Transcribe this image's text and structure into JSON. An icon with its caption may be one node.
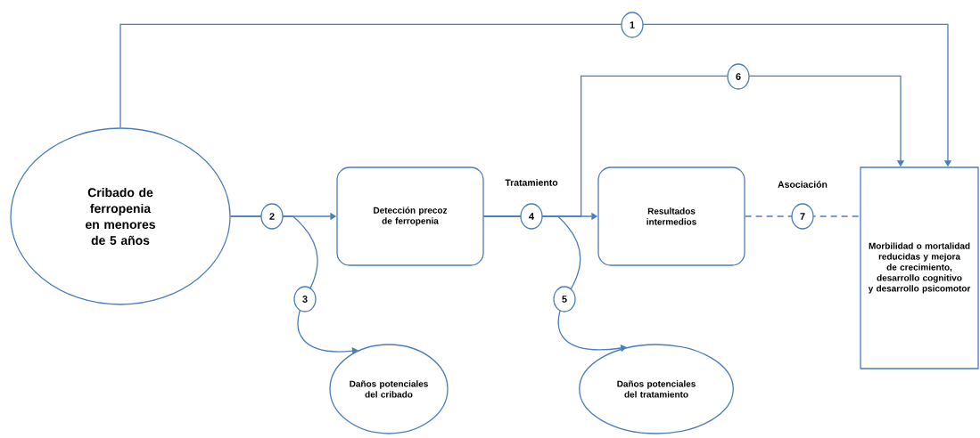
{
  "diagram": {
    "nodes": [
      {
        "text": [
          "Cribado de ferropenia en menores de 5 años"
        ]
      },
      {
        "text": [
          "Detección precoz de ferropenia"
        ]
      },
      {
        "text": [
          "Resultados intermedios"
        ]
      },
      {
        "text": [
          "Morbilidad o mortalidad reducidas y mejora de crecimiento, desarrollo cognitivo y desarrollo psicomotor"
        ]
      },
      {
        "text": [
          "Daños potenciales del cribado"
        ]
      },
      {
        "text": [
          "Daños potenciales del tratamiento"
        ]
      }
    ],
    "edges": [
      {
        "from": 0,
        "to": 3,
        "arrow": "to",
        "label": "1"
      },
      {
        "from": 0,
        "to": 1,
        "arrow": "to",
        "label": "2"
      },
      {
        "from": 0,
        "to": 4,
        "arrow": "to",
        "label": "3"
      },
      {
        "from": 1,
        "to": 2,
        "arrow": "to",
        "label": "4"
      },
      {
        "from": 1,
        "to": 5,
        "arrow": "to",
        "label": "5"
      },
      {
        "from": 1,
        "to": 3,
        "arrow": "to",
        "label": "6"
      },
      {
        "from": 2,
        "to": 3,
        "arrow": "none",
        "label": "7",
        "style": "dashed"
      }
    ],
    "labels": [
      "Tratamiento",
      "Asociación"
    ]
  }
}
